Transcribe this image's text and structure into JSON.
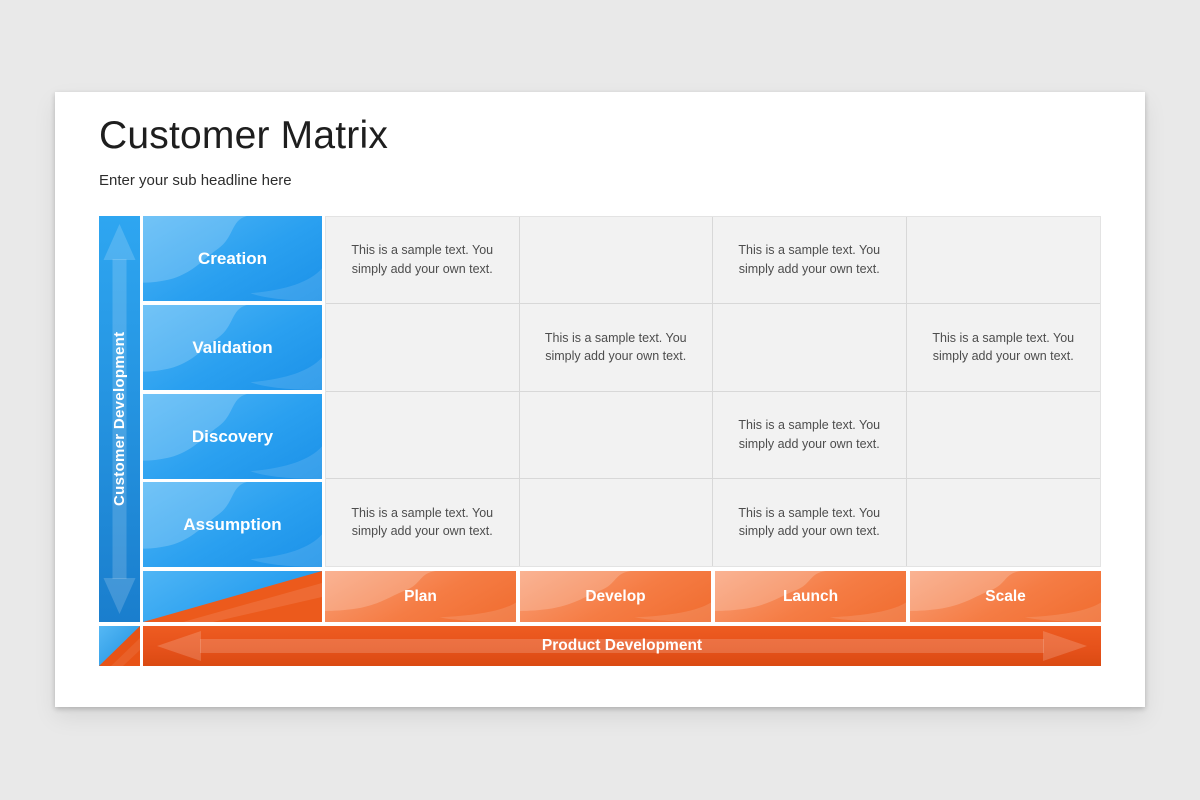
{
  "slide": {
    "title": "Customer Matrix",
    "subtitle": "Enter your sub headline here"
  },
  "matrix": {
    "y_axis_label": "Customer Development",
    "x_axis_label": "Product Development",
    "rows": [
      "Creation",
      "Validation",
      "Discovery",
      "Assumption"
    ],
    "columns": [
      "Plan",
      "Develop",
      "Launch",
      "Scale"
    ],
    "sample_text": "This is a sample text. You simply add your own text.",
    "cell_has_text": [
      [
        1,
        0,
        1,
        0
      ],
      [
        0,
        1,
        0,
        1
      ],
      [
        0,
        0,
        1,
        0
      ],
      [
        1,
        0,
        1,
        0
      ]
    ]
  },
  "colors": {
    "page_bg": "#e9e9e9",
    "card_bg": "#ffffff",
    "blue_box": "#2aa0f0",
    "blue_box_light": "#4fb5f5",
    "blue_axis_top": "#2ea6f1",
    "blue_axis_bottom": "#1a7ecd",
    "orange_box": "#f57c44",
    "orange_box_light": "#f9a078",
    "orange_axis": "#e5511a",
    "grid_bg": "#f2f2f2",
    "grid_line": "#d8d8d8",
    "cell_text": "#4d4d4d",
    "title_text": "#1e1e1e"
  }
}
